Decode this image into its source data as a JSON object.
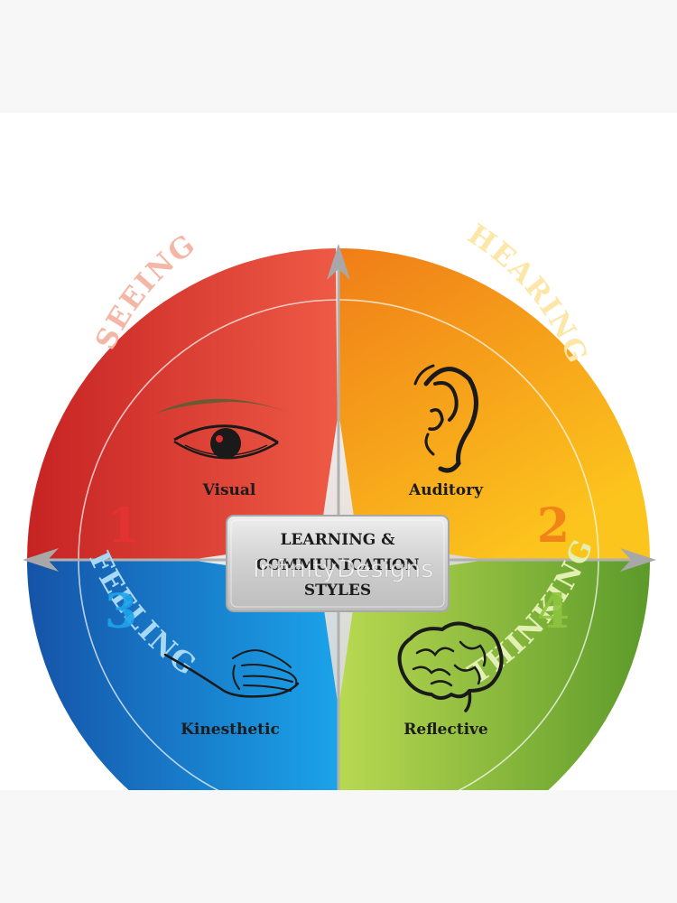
{
  "center_box": {
    "lines": [
      "LEARNING &",
      "COMMUNICATION",
      "STYLES"
    ]
  },
  "watermark": "InfinityDesigns",
  "quadrants": [
    {
      "id": "seeing",
      "arc_label": "SEEING",
      "number": "1",
      "style": "Visual",
      "icon": "eye-icon",
      "colors": {
        "dark": "#d42b2b",
        "light": "#ee5a45",
        "arc_text": "#f4b7a6",
        "number": "#e83a3a"
      }
    },
    {
      "id": "hearing",
      "arc_label": "HEARING",
      "number": "2",
      "style": "Auditory",
      "icon": "ear-icon",
      "colors": {
        "dark": "#f07d18",
        "light": "#fbc01e",
        "arc_text": "#fde7a8",
        "number": "#f07d18"
      }
    },
    {
      "id": "feeling",
      "arc_label": "FEELING",
      "number": "3",
      "style": "Kinesthetic",
      "icon": "hand-icon",
      "colors": {
        "dark": "#1358b3",
        "light": "#1c9be4",
        "arc_text": "#a7d8f4",
        "number": "#1ea5ec"
      }
    },
    {
      "id": "thinking",
      "arc_label": "THINKING",
      "number": "4",
      "style": "Reflective",
      "icon": "brain-icon",
      "colors": {
        "dark": "#5f9d2c",
        "light": "#b5d64f",
        "arc_text": "#e3f0b4",
        "number": "#8ec63f"
      }
    }
  ],
  "colors": {
    "axis": "#b0b0b0",
    "ring": "#ffffff",
    "box_border": "#a8a8a8",
    "box_fill": "#d6d6d6",
    "label_text": "#1c1c1c"
  }
}
